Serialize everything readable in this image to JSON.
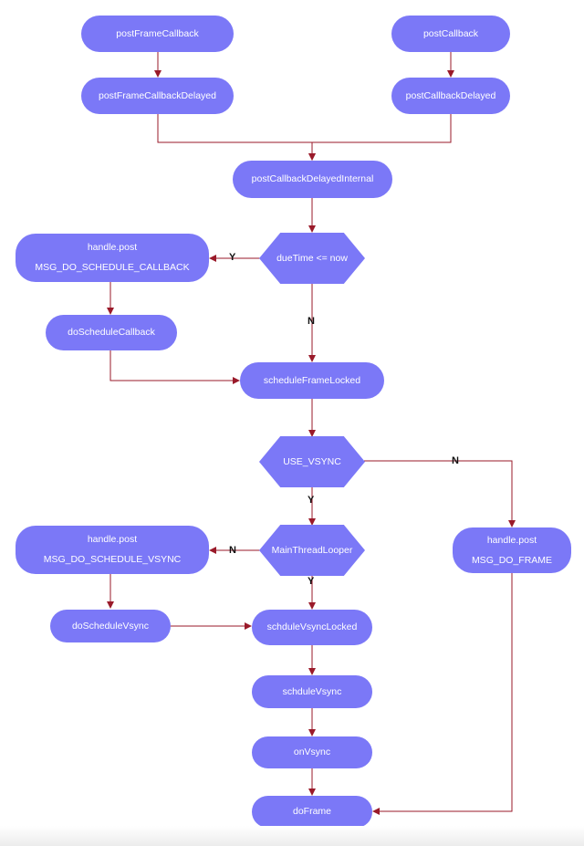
{
  "colors": {
    "node_fill": "#7b78f7",
    "node_text": "#ffffff",
    "arrow": "#9a1a2a",
    "label": "#111111"
  },
  "nodes": {
    "post_frame_callback": "postFrameCallback",
    "post_callback": "postCallback",
    "post_frame_callback_delayed": "postFrameCallbackDelayed",
    "post_callback_delayed": "postCallbackDelayed",
    "post_callback_delayed_internal": "postCallbackDelayedInternal",
    "handle_post_callback": {
      "line1": "handle.post",
      "line2": "MSG_DO_SCHEDULE_CALLBACK"
    },
    "due_time_check": "dueTime <= now",
    "do_schedule_callback": "doScheduleCallback",
    "schedule_frame_locked": "scheduleFrameLocked",
    "use_vsync": "USE_VSYNC",
    "handle_post_vsync": {
      "line1": "handle.post",
      "line2": "MSG_DO_SCHEDULE_VSYNC"
    },
    "main_thread_looper": "MainThreadLooper",
    "handle_post_frame": {
      "line1": "handle.post",
      "line2": "MSG_DO_FRAME"
    },
    "do_schedule_vsync": "doScheduleVsync",
    "schdule_vsync_locked": "schduleVsyncLocked",
    "schdule_vsync": "schduleVsync",
    "on_vsync": "onVsync",
    "do_frame": "doFrame"
  },
  "edge_labels": {
    "yes": "Y",
    "no": "N"
  }
}
